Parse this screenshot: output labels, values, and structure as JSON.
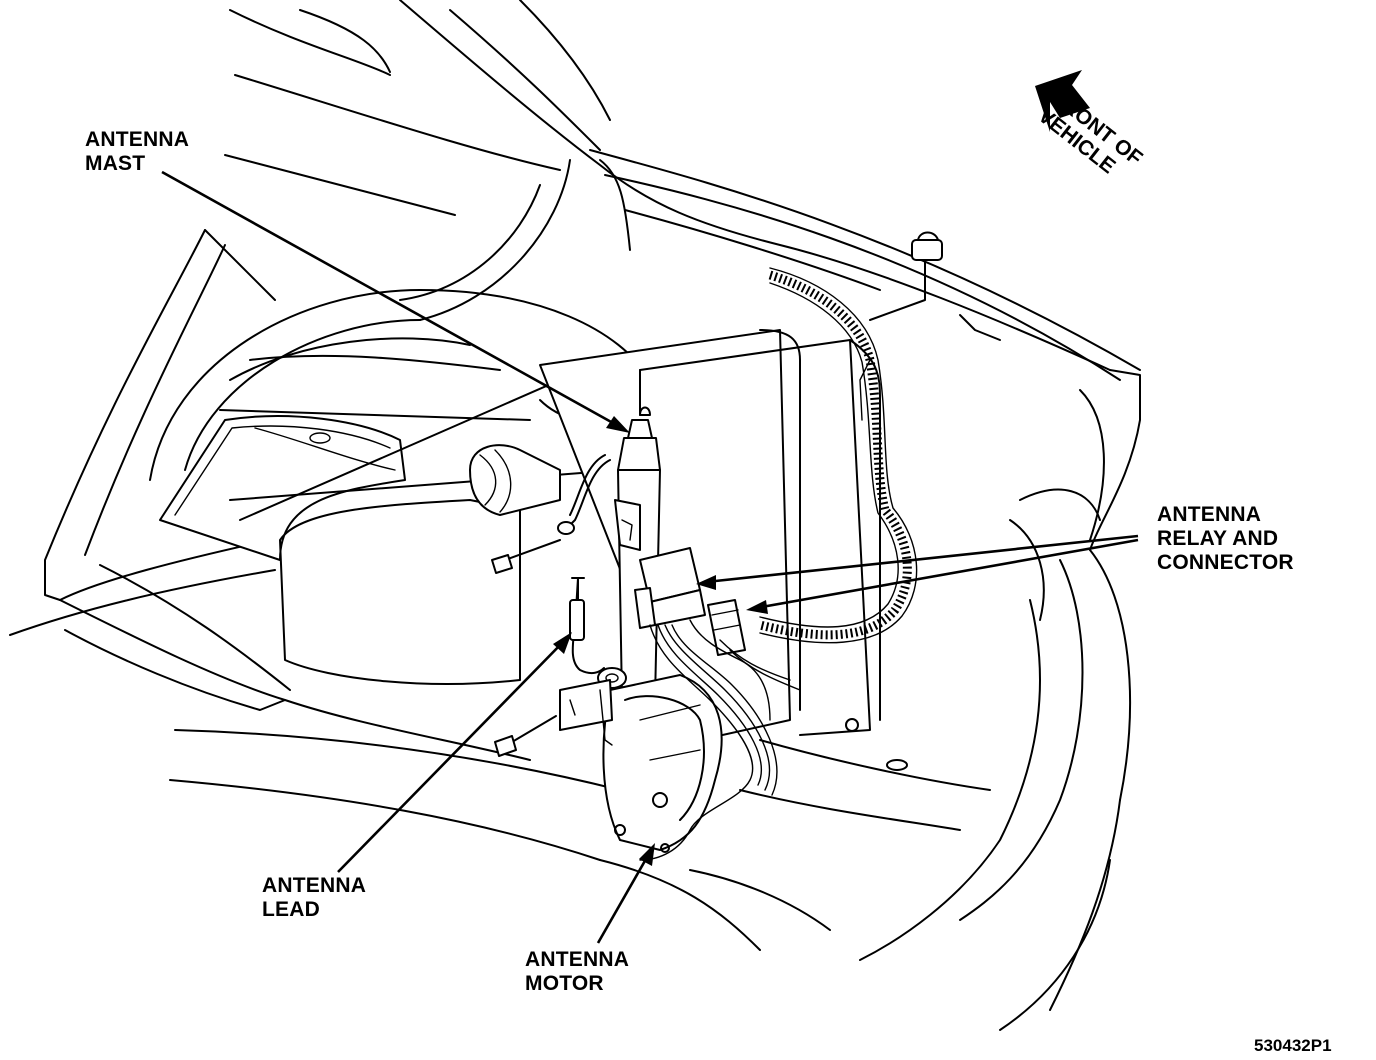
{
  "labels": {
    "antenna_mast": "ANTENNA\nMAST",
    "front_of_vehicle": "FRONT OF\nVEHICLE",
    "antenna_relay": "ANTENNA\nRELAY AND\nCONNECTOR",
    "antenna_lead": "ANTENNA\nLEAD",
    "antenna_motor": "ANTENNA\nMOTOR"
  },
  "figure_code": "530432P1",
  "colors": {
    "ink": "#000000",
    "paper": "#ffffff"
  }
}
